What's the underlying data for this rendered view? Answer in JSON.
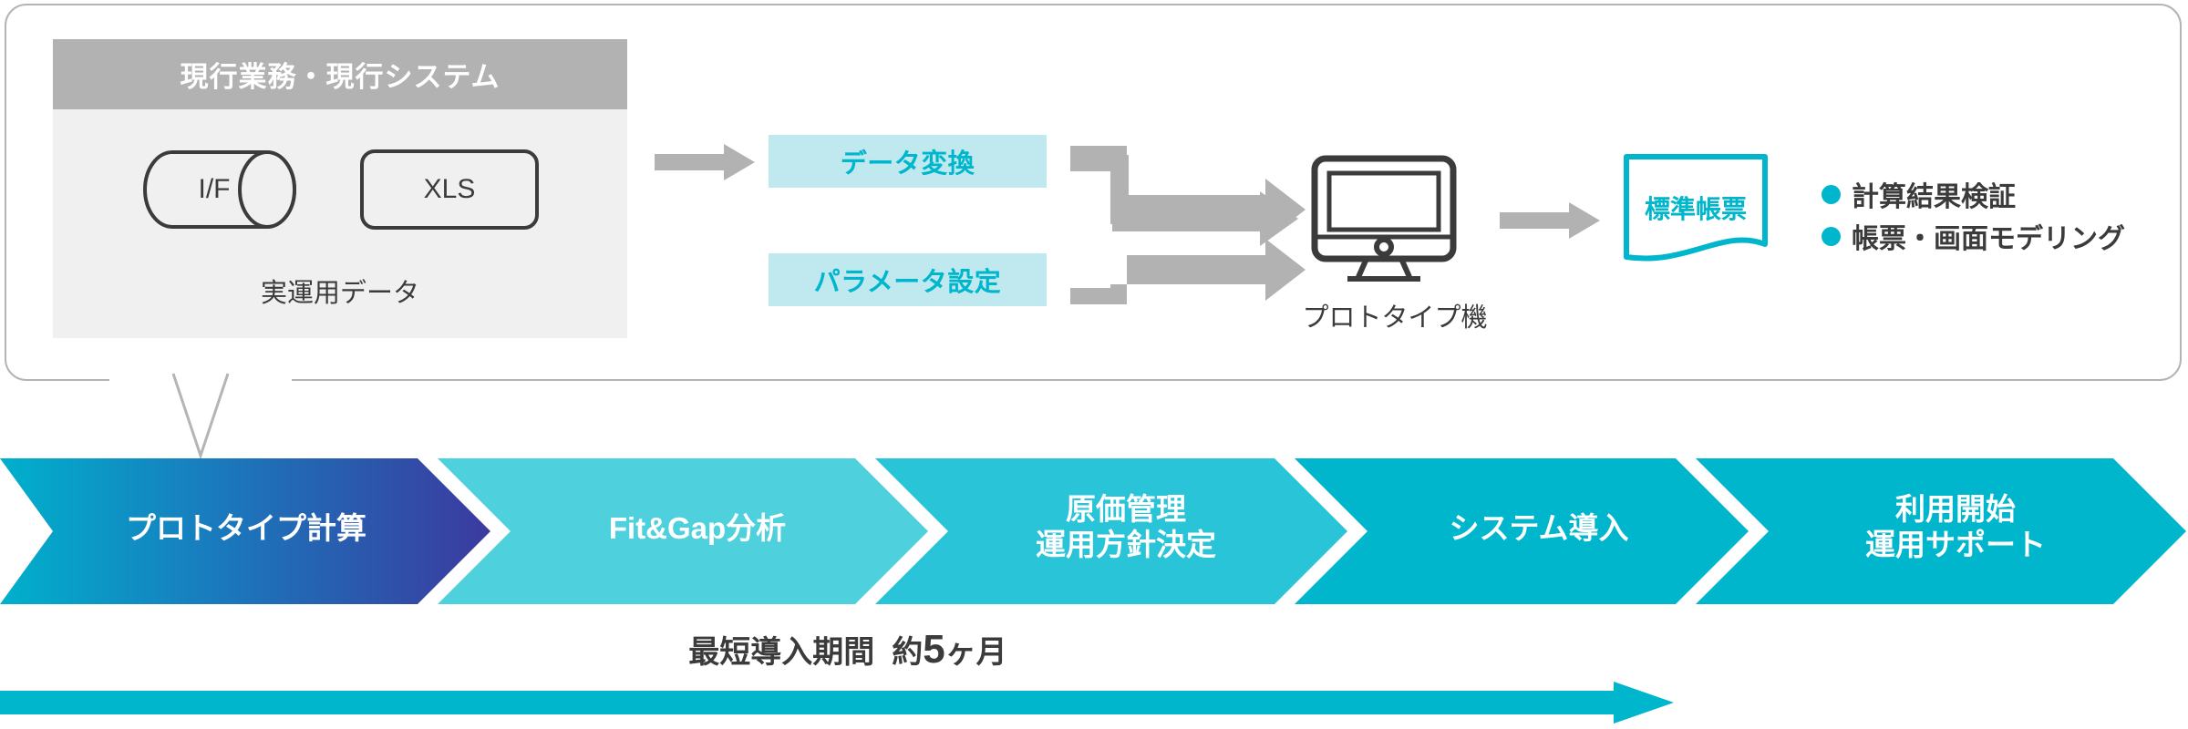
{
  "colors": {
    "cyan": "#00b6cd",
    "cyan_light": "#bfe9ef",
    "cyan_mid": "#4fd1dd",
    "indigo": "#3b3a9e",
    "gray_arrow": "#b2b2b2",
    "gray_header": "#b2b2b2",
    "gray_panel": "#f0f0f0",
    "dark": "#3b3b3b",
    "border": "#b4b4b4"
  },
  "legacy": {
    "header_title": "現行業務・現行システム",
    "shapes": [
      {
        "name": "interface-cylinder",
        "label": "I/F",
        "shape": "cylinder"
      },
      {
        "name": "xls-box",
        "label": "XLS",
        "shape": "rounded-rect"
      }
    ],
    "caption": "実運用データ"
  },
  "steps": [
    {
      "name": "data-conversion",
      "label": "データ変換"
    },
    {
      "name": "parameter-setting",
      "label": "パラメータ設定"
    }
  ],
  "prototype": {
    "icon": "monitor-icon",
    "caption": "プロトタイプ機"
  },
  "document": {
    "icon": "document-icon",
    "label": "標準帳票"
  },
  "bullets": [
    {
      "icon": "bullet-dot-icon",
      "text": "計算結果検証"
    },
    {
      "icon": "bullet-dot-icon",
      "text": "帳票・画面モデリング"
    }
  ],
  "phases": [
    {
      "name": "phase-prototype-calculation",
      "label": "プロトタイプ計算",
      "fill": "gradient-cyan-indigo",
      "font_size": 33
    },
    {
      "name": "phase-fit-gap-analysis",
      "label": "Fit&Gap分析",
      "fill": "#4fd1dd",
      "font_size": 33
    },
    {
      "name": "phase-cost-management",
      "label": "原価管理\n運用方針決定",
      "fill": "#2ac4d8",
      "font_size": 33
    },
    {
      "name": "phase-system-introduction",
      "label": "システム導入",
      "fill": "#00b6cd",
      "font_size": 33
    },
    {
      "name": "phase-service-start",
      "label": "利用開始\n運用サポート",
      "fill": "#00b6cd",
      "font_size": 33
    }
  ],
  "duration": {
    "prefix": "最短導入期間",
    "approx": "約",
    "value": "5",
    "unit": "ヶ月",
    "arrow": "right-arrow-icon"
  },
  "arrows": {
    "legacy_to_steps": "right-arrow-icon",
    "steps_to_prototype": "elbow-right-arrow-icon",
    "prototype_to_document": "right-arrow-icon",
    "card_to_band": "down-notch-icon"
  }
}
